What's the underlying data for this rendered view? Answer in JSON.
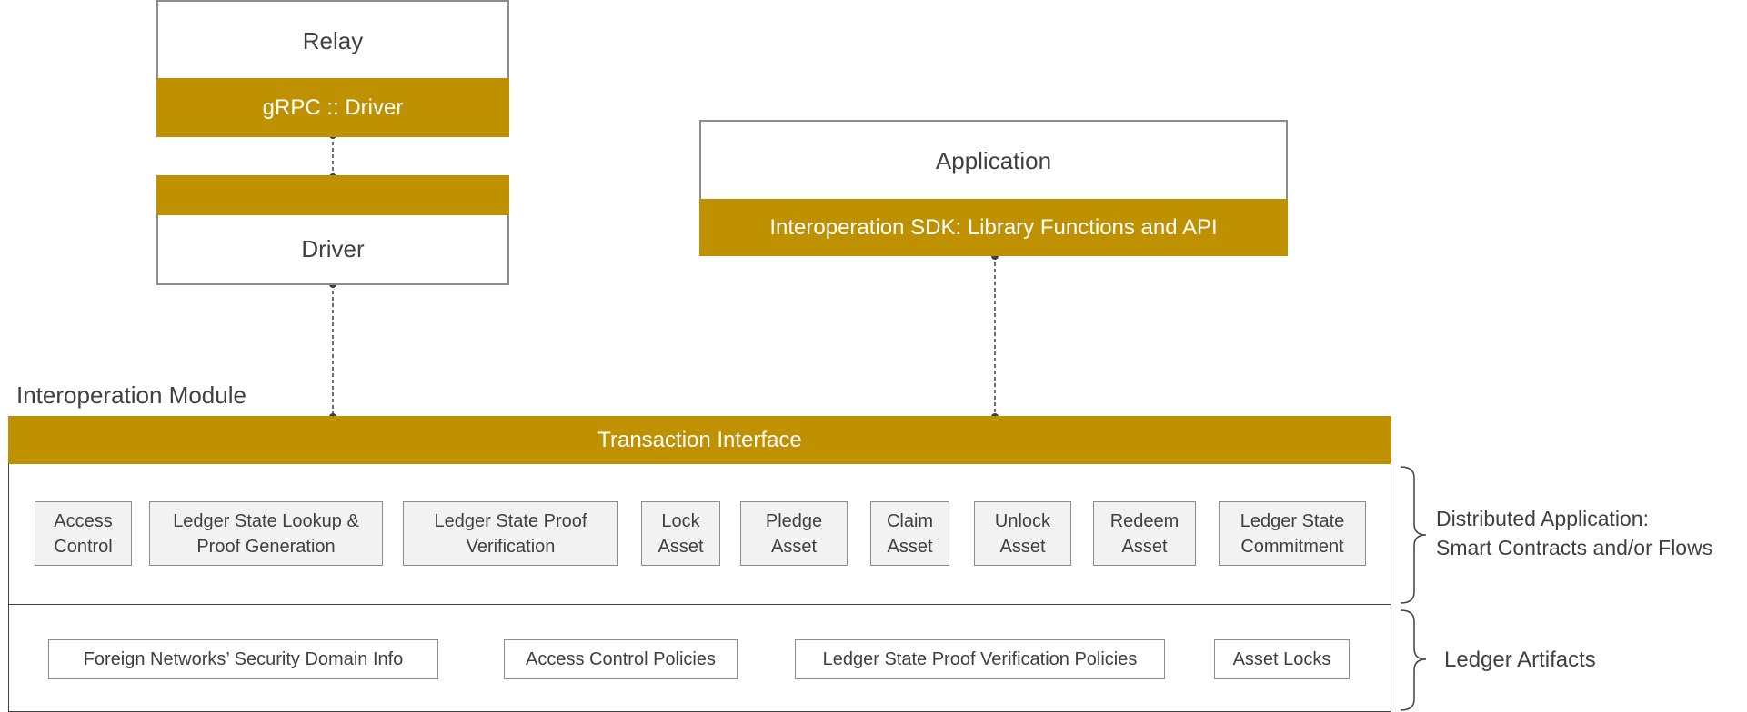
{
  "relay": {
    "title": "Relay",
    "driver_bar": "gRPC :: Driver"
  },
  "driver": {
    "title": "Driver"
  },
  "application": {
    "title": "Application",
    "sdk_bar": "Interoperation SDK: Library Functions and API"
  },
  "module": {
    "label": "Interoperation Module",
    "interface_bar": "Transaction Interface",
    "functions": [
      {
        "line1": "Access",
        "line2": "Control"
      },
      {
        "line1": "Ledger State Lookup &",
        "line2": "Proof Generation"
      },
      {
        "line1": "Ledger State Proof",
        "line2": "Verification"
      },
      {
        "line1": "Lock",
        "line2": "Asset"
      },
      {
        "line1": "Pledge",
        "line2": "Asset"
      },
      {
        "line1": "Claim",
        "line2": "Asset"
      },
      {
        "line1": "Unlock",
        "line2": "Asset"
      },
      {
        "line1": "Redeem",
        "line2": "Asset"
      },
      {
        "line1": "Ledger State",
        "line2": "Commitment"
      }
    ],
    "artifacts": [
      "Foreign Networks’ Security Domain Info",
      "Access Control Policies",
      "Ledger State Proof Verification Policies",
      "Asset Locks"
    ]
  },
  "annotations": {
    "distributed_app_line1": "Distributed Application:",
    "distributed_app_line2": "Smart Contracts and/or Flows",
    "ledger_artifacts": "Ledger Artifacts"
  },
  "colors": {
    "gold": "#bf9000",
    "border": "#8c8c8c",
    "function_fill": "#f2f2f2"
  }
}
